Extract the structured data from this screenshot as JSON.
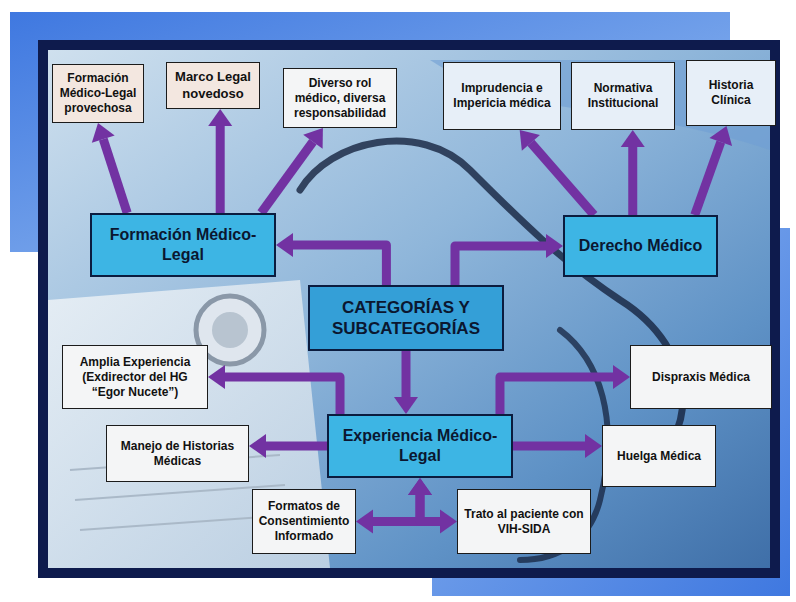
{
  "diagram": {
    "nodes": [
      {
        "text": [
          "Formación Médico-Legal provechosa"
        ]
      },
      {
        "text": [
          "Marco Legal novedoso"
        ]
      },
      {
        "text": [
          "Diverso rol médico, diversa responsabilidad"
        ]
      },
      {
        "text": [
          "Imprudencia e Impericia médica"
        ]
      },
      {
        "text": [
          "Normativa Institucional"
        ]
      },
      {
        "text": [
          "Historia Clínica"
        ]
      },
      {
        "text": [
          "Formación Médico-Legal"
        ]
      },
      {
        "text": [
          "Derecho Médico"
        ]
      },
      {
        "text": [
          "CATEGORÍAS Y SUBCATEGORÍAS"
        ]
      },
      {
        "text": [
          "Amplia Experiencia (Exdirector del HG “Egor Nucete”)"
        ]
      },
      {
        "text": [
          "Dispraxis Médica"
        ]
      },
      {
        "text": [
          "Experiencia Médico-Legal"
        ]
      },
      {
        "text": [
          "Manejo de Historias Médicas"
        ]
      },
      {
        "text": [
          "Huelga Médica"
        ]
      },
      {
        "text": [
          "Formatos de Consentimiento Informado"
        ]
      },
      {
        "text": [
          "Trato al paciente con VIH-SIDA"
        ]
      }
    ],
    "edges": [
      {
        "from": 8,
        "to": 6,
        "arrow": "to"
      },
      {
        "from": 8,
        "to": 7,
        "arrow": "to"
      },
      {
        "from": 8,
        "to": 11,
        "arrow": "to"
      },
      {
        "from": 6,
        "to": 0,
        "arrow": "to"
      },
      {
        "from": 6,
        "to": 1,
        "arrow": "to"
      },
      {
        "from": 6,
        "to": 2,
        "arrow": "to"
      },
      {
        "from": 7,
        "to": 3,
        "arrow": "to"
      },
      {
        "from": 7,
        "to": 4,
        "arrow": "to"
      },
      {
        "from": 7,
        "to": 5,
        "arrow": "to"
      },
      {
        "from": 11,
        "to": 9,
        "arrow": "to"
      },
      {
        "from": 11,
        "to": 10,
        "arrow": "to"
      },
      {
        "from": 11,
        "to": 12,
        "arrow": "to"
      },
      {
        "from": 11,
        "to": 13,
        "arrow": "to"
      },
      {
        "from": 11,
        "to": 14,
        "arrow": "both"
      },
      {
        "from": 11,
        "to": 15,
        "arrow": "both"
      }
    ]
  }
}
